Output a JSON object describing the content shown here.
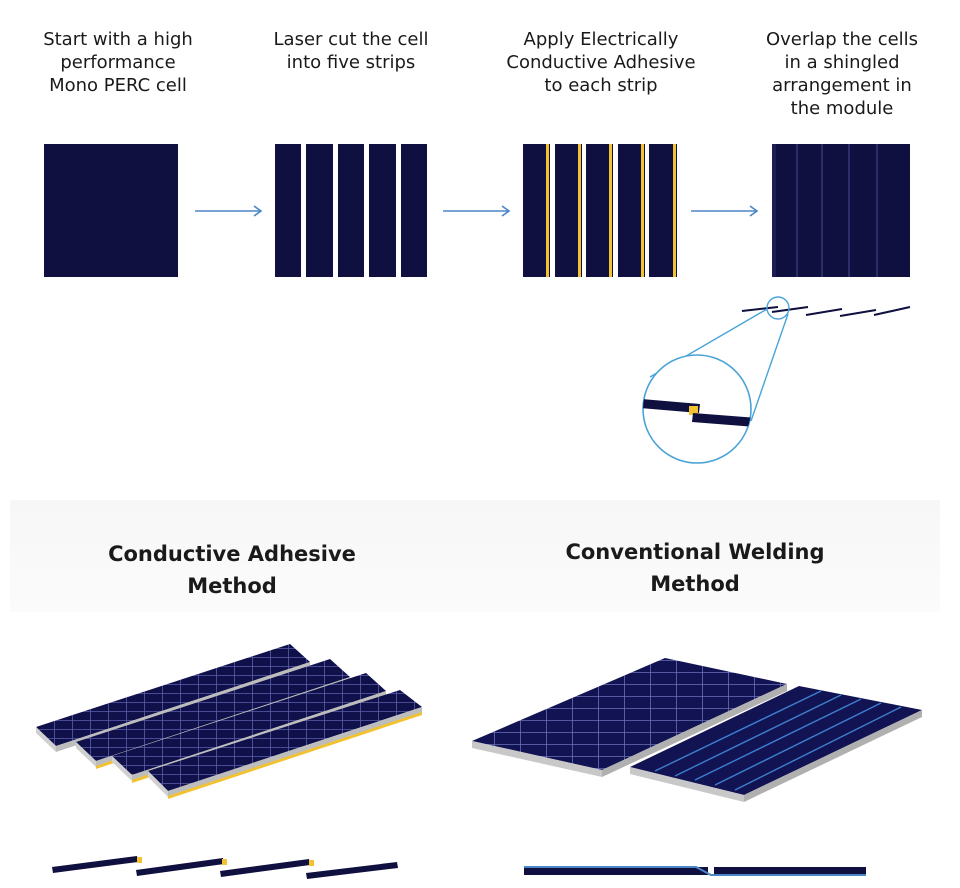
{
  "steps": [
    {
      "label": "Start with a high\nperformance\nMono PERC cell"
    },
    {
      "label": "Laser cut the cell\ninto five strips"
    },
    {
      "label": "Apply Electrically\nConductive Adhesive\nto each strip"
    },
    {
      "label": "Overlap the cells\nin a shingled\narrangement in\nthe module"
    }
  ],
  "methods": {
    "adhesive_title": "Conductive Adhesive\nMethod",
    "welding_title": "Conventional Welding\nMethod"
  },
  "colors": {
    "cell": "#0f0f40",
    "adhesive": "#f2c230",
    "arrow": "#4a86c6",
    "frame": "#bcbcbc"
  }
}
